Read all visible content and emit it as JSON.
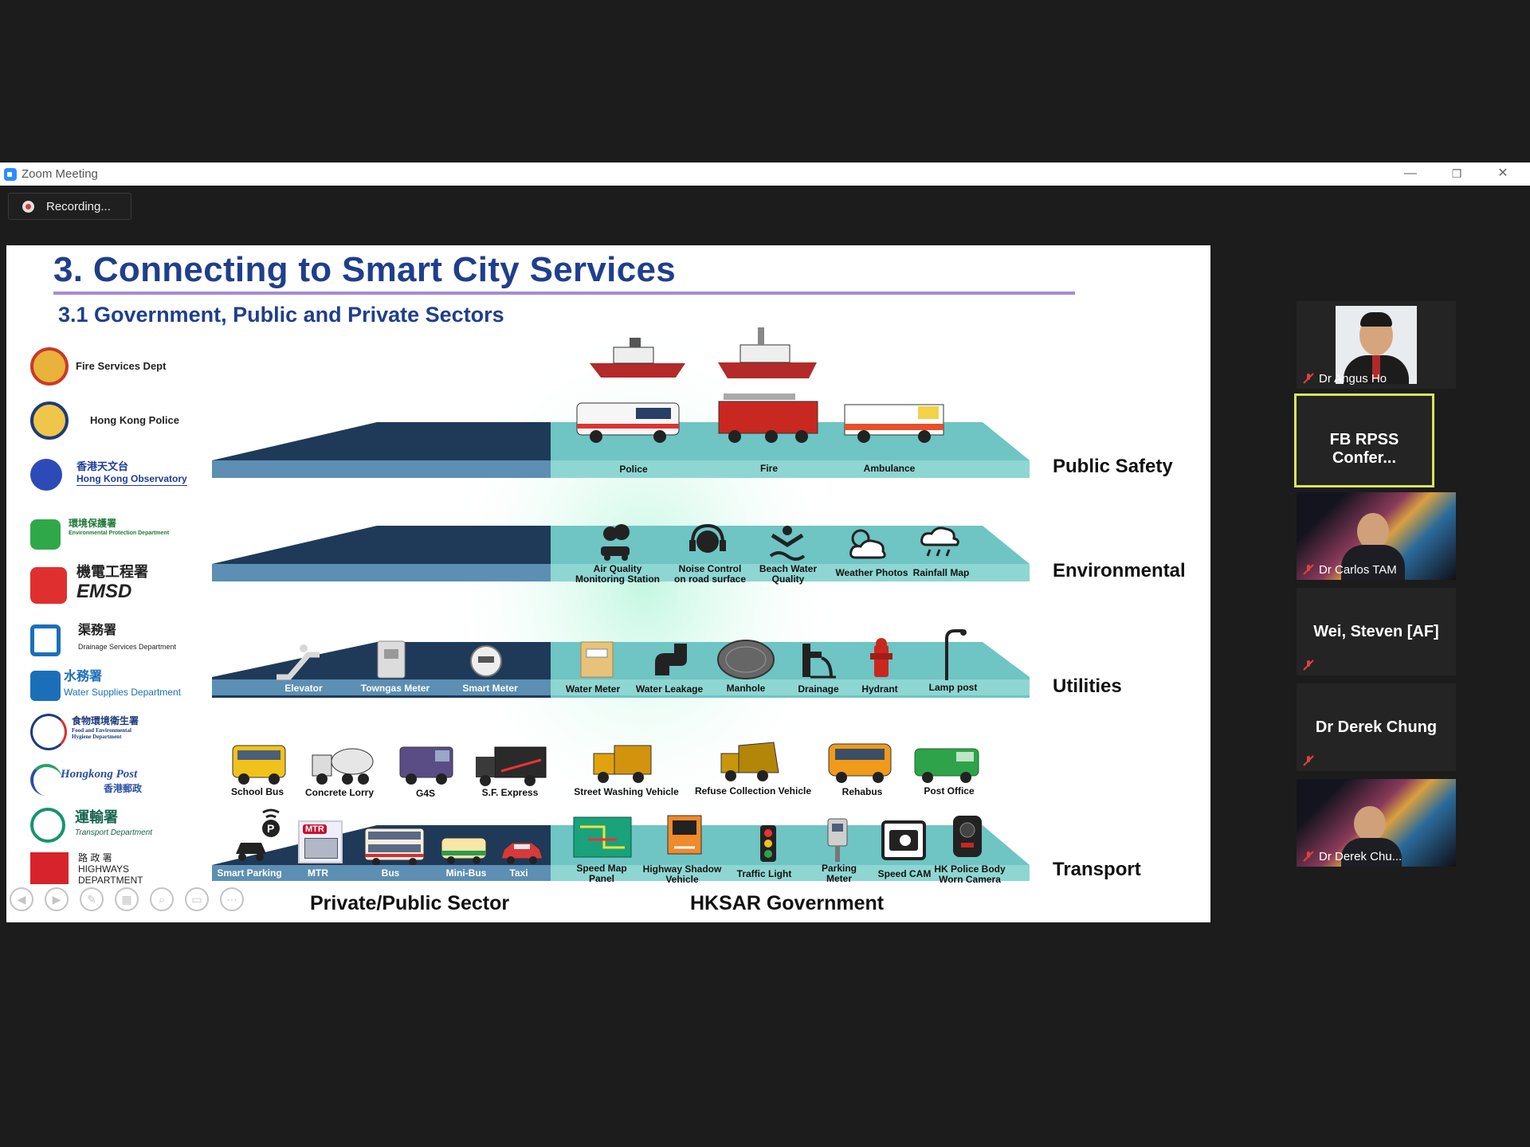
{
  "window": {
    "title": "Zoom Meeting",
    "minimize": "—",
    "restore": "❐",
    "close": "✕"
  },
  "recording": {
    "label": "Recording..."
  },
  "slide": {
    "title": "3. Connecting to Smart City Services",
    "subtitle": "3.1  Government, Public and Private Sectors",
    "departments": [
      "Fire Services Dept",
      "Hong Kong Police",
      "香港天文台",
      "Hong Kong Observatory",
      "環境保護署",
      "Environmental Protection Department",
      "機電工程署",
      "EMSD",
      "渠務署",
      "Drainage Services Department",
      "水務署",
      "Water Supplies Department",
      "食物環境衛生署",
      "Food and Environmental Hygiene Department",
      "Hongkong Post",
      "香港郵政",
      "運輸署",
      "Transport Department",
      "路 政 署",
      "HIGHWAYS",
      "DEPARTMENT"
    ],
    "layers": [
      "Public Safety",
      "Environmental",
      "Utilities",
      "Transport"
    ],
    "public_safety": [
      "Police",
      "Fire",
      "Ambulance"
    ],
    "environmental": [
      "Air Quality\nMonitoring Station",
      "Noise Control\non road surface",
      "Beach Water\nQuality",
      "Weather Photos",
      "Rainfall Map"
    ],
    "utilities": [
      "Elevator",
      "Towngas Meter",
      "Smart Meter",
      "Water Meter",
      "Water Leakage",
      "Manhole",
      "Drainage",
      "Hydrant",
      "Lamp post"
    ],
    "vehicles": [
      "School Bus",
      "Concrete Lorry",
      "G4S",
      "S.F. Express",
      "Street Washing Vehicle",
      "Refuse Collection Vehicle",
      "Rehabus",
      "Post Office"
    ],
    "transport": [
      "Smart Parking",
      "MTR",
      "Bus",
      "Mini-Bus",
      "Taxi",
      "Speed Map\nPanel",
      "Highway Shadow\nVehicle",
      "Traffic Light",
      "Parking\nMeter",
      "Speed CAM",
      "HK Police Body\nWorn Camera"
    ],
    "sectors": [
      "Private/Public Sector",
      "HKSAR Government"
    ],
    "mtr_badge": "MTR"
  },
  "participants": [
    {
      "name": "Dr Angus Ho",
      "video": true
    },
    {
      "name": "FB RPSS Confer...",
      "video": false,
      "active": true
    },
    {
      "name": "Dr Carlos TAM",
      "video": true
    },
    {
      "name": "Wei, Steven [AF]",
      "video": false
    },
    {
      "name": "Dr Derek Chung",
      "video": false
    },
    {
      "name": "Dr Derek Chu...",
      "video": true
    }
  ],
  "colors": {
    "band_dark": "#1e3a58",
    "band_light": "#6fc4c4",
    "title_blue": "#1f3f8c",
    "active_border": "#d6e55a"
  }
}
